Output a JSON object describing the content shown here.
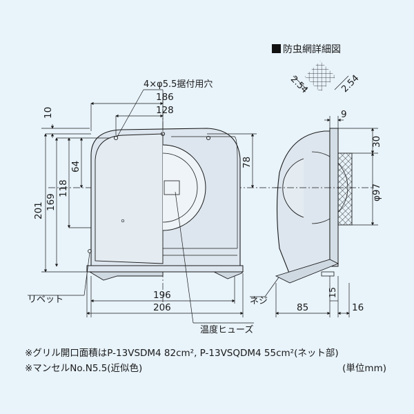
{
  "mesh_detail": {
    "title": "防虫網詳細図",
    "pitch_left": "2.54",
    "pitch_right": "2.54"
  },
  "labels": {
    "mount_holes": "4×φ5.5据付用穴",
    "rivet": "リベット",
    "fuse": "温度ヒューズ",
    "screw": "ネジ"
  },
  "dimensions": {
    "d186": "186",
    "d128": "128",
    "d10": "10",
    "d64": "64",
    "d118": "118",
    "d169": "169",
    "d201": "201",
    "d78": "78",
    "d196": "196",
    "d206": "206",
    "d9": "9",
    "d30": "30",
    "d97": "φ97",
    "d15": "15",
    "d85": "85",
    "d16": "16"
  },
  "notes": {
    "line1": "※グリル開口面積はP-13VSDM4 82cm², P-13VSQDM4 55cm²(ネット部)",
    "line2": "※マンセルNo.N5.5(近似色)",
    "unit": "(単位mm)"
  },
  "colors": {
    "background": "#e8f3fa",
    "body_fill": "#dde6ee",
    "line": "#1a1a1a"
  }
}
